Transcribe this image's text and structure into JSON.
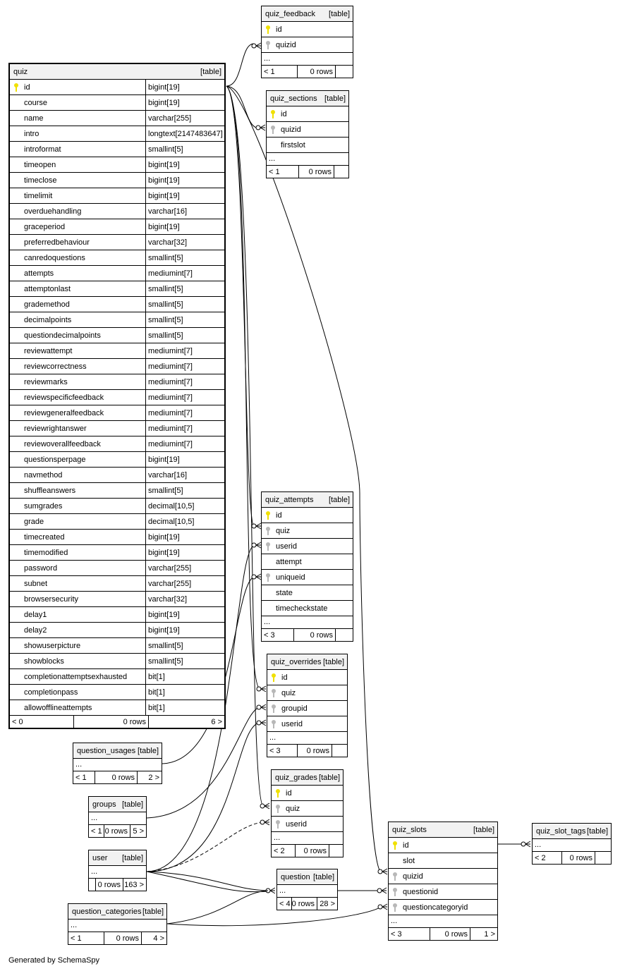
{
  "table_tag": "[table]",
  "tables": {
    "quiz": {
      "name": "quiz",
      "columns": [
        {
          "name": "id",
          "type": "bigint[19]",
          "key": "pk"
        },
        {
          "name": "course",
          "type": "bigint[19]",
          "key": ""
        },
        {
          "name": "name",
          "type": "varchar[255]",
          "key": ""
        },
        {
          "name": "intro",
          "type": "longtext[2147483647]",
          "key": ""
        },
        {
          "name": "introformat",
          "type": "smallint[5]",
          "key": ""
        },
        {
          "name": "timeopen",
          "type": "bigint[19]",
          "key": ""
        },
        {
          "name": "timeclose",
          "type": "bigint[19]",
          "key": ""
        },
        {
          "name": "timelimit",
          "type": "bigint[19]",
          "key": ""
        },
        {
          "name": "overduehandling",
          "type": "varchar[16]",
          "key": ""
        },
        {
          "name": "graceperiod",
          "type": "bigint[19]",
          "key": ""
        },
        {
          "name": "preferredbehaviour",
          "type": "varchar[32]",
          "key": ""
        },
        {
          "name": "canredoquestions",
          "type": "smallint[5]",
          "key": ""
        },
        {
          "name": "attempts",
          "type": "mediumint[7]",
          "key": ""
        },
        {
          "name": "attemptonlast",
          "type": "smallint[5]",
          "key": ""
        },
        {
          "name": "grademethod",
          "type": "smallint[5]",
          "key": ""
        },
        {
          "name": "decimalpoints",
          "type": "smallint[5]",
          "key": ""
        },
        {
          "name": "questiondecimalpoints",
          "type": "smallint[5]",
          "key": ""
        },
        {
          "name": "reviewattempt",
          "type": "mediumint[7]",
          "key": ""
        },
        {
          "name": "reviewcorrectness",
          "type": "mediumint[7]",
          "key": ""
        },
        {
          "name": "reviewmarks",
          "type": "mediumint[7]",
          "key": ""
        },
        {
          "name": "reviewspecificfeedback",
          "type": "mediumint[7]",
          "key": ""
        },
        {
          "name": "reviewgeneralfeedback",
          "type": "mediumint[7]",
          "key": ""
        },
        {
          "name": "reviewrightanswer",
          "type": "mediumint[7]",
          "key": ""
        },
        {
          "name": "reviewoverallfeedback",
          "type": "mediumint[7]",
          "key": ""
        },
        {
          "name": "questionsperpage",
          "type": "bigint[19]",
          "key": ""
        },
        {
          "name": "navmethod",
          "type": "varchar[16]",
          "key": ""
        },
        {
          "name": "shuffleanswers",
          "type": "smallint[5]",
          "key": ""
        },
        {
          "name": "sumgrades",
          "type": "decimal[10,5]",
          "key": ""
        },
        {
          "name": "grade",
          "type": "decimal[10,5]",
          "key": ""
        },
        {
          "name": "timecreated",
          "type": "bigint[19]",
          "key": ""
        },
        {
          "name": "timemodified",
          "type": "bigint[19]",
          "key": ""
        },
        {
          "name": "password",
          "type": "varchar[255]",
          "key": ""
        },
        {
          "name": "subnet",
          "type": "varchar[255]",
          "key": ""
        },
        {
          "name": "browsersecurity",
          "type": "varchar[32]",
          "key": ""
        },
        {
          "name": "delay1",
          "type": "bigint[19]",
          "key": ""
        },
        {
          "name": "delay2",
          "type": "bigint[19]",
          "key": ""
        },
        {
          "name": "showuserpicture",
          "type": "smallint[5]",
          "key": ""
        },
        {
          "name": "showblocks",
          "type": "smallint[5]",
          "key": ""
        },
        {
          "name": "completionattemptsexhausted",
          "type": "bit[1]",
          "key": ""
        },
        {
          "name": "completionpass",
          "type": "bit[1]",
          "key": ""
        },
        {
          "name": "allowofflineattempts",
          "type": "bit[1]",
          "key": ""
        }
      ],
      "footer": [
        "< 0",
        "0 rows",
        "6 >"
      ]
    },
    "quiz_feedback": {
      "name": "quiz_feedback",
      "columns": [
        {
          "name": "id",
          "key": "pk"
        },
        {
          "name": "quizid",
          "key": "fk"
        }
      ],
      "dots": "...",
      "footer": [
        "< 1",
        "0 rows",
        ""
      ]
    },
    "quiz_sections": {
      "name": "quiz_sections",
      "columns": [
        {
          "name": "id",
          "key": "pk"
        },
        {
          "name": "quizid",
          "key": "fk"
        },
        {
          "name": "firstslot",
          "key": ""
        }
      ],
      "dots": "...",
      "footer": [
        "< 1",
        "0 rows",
        ""
      ]
    },
    "quiz_attempts": {
      "name": "quiz_attempts",
      "columns": [
        {
          "name": "id",
          "key": "pk"
        },
        {
          "name": "quiz",
          "key": "fk"
        },
        {
          "name": "userid",
          "key": "fk"
        },
        {
          "name": "attempt",
          "key": ""
        },
        {
          "name": "uniqueid",
          "key": "fk"
        },
        {
          "name": "state",
          "key": ""
        },
        {
          "name": "timecheckstate",
          "key": ""
        }
      ],
      "dots": "...",
      "footer": [
        "< 3",
        "0 rows",
        ""
      ]
    },
    "quiz_overrides": {
      "name": "quiz_overrides",
      "columns": [
        {
          "name": "id",
          "key": "pk"
        },
        {
          "name": "quiz",
          "key": "fk"
        },
        {
          "name": "groupid",
          "key": "fk"
        },
        {
          "name": "userid",
          "key": "fk"
        }
      ],
      "dots": "...",
      "footer": [
        "< 3",
        "0 rows",
        ""
      ]
    },
    "quiz_grades": {
      "name": "quiz_grades",
      "columns": [
        {
          "name": "id",
          "key": "pk"
        },
        {
          "name": "quiz",
          "key": "fk"
        },
        {
          "name": "userid",
          "key": "fk"
        }
      ],
      "dots": "...",
      "footer": [
        "< 2",
        "0 rows",
        ""
      ]
    },
    "quiz_slots": {
      "name": "quiz_slots",
      "columns": [
        {
          "name": "id",
          "key": "pk"
        },
        {
          "name": "slot",
          "key": ""
        },
        {
          "name": "quizid",
          "key": "fk"
        },
        {
          "name": "questionid",
          "key": "fk"
        },
        {
          "name": "questioncategoryid",
          "key": "fk"
        }
      ],
      "dots": "...",
      "footer": [
        "< 3",
        "0 rows",
        "1 >"
      ]
    },
    "quiz_slot_tags": {
      "name": "quiz_slot_tags",
      "columns": [],
      "dots": "...",
      "footer": [
        "< 2",
        "0 rows",
        ""
      ]
    },
    "question_usages": {
      "name": "question_usages",
      "columns": [],
      "dots": "...",
      "footer": [
        "< 1",
        "0 rows",
        "2 >"
      ]
    },
    "groups": {
      "name": "groups",
      "columns": [],
      "dots": "...",
      "footer": [
        "< 1",
        "0 rows",
        "5 >"
      ]
    },
    "user": {
      "name": "user",
      "columns": [],
      "dots": "...",
      "footer": [
        "",
        "0 rows",
        "163 >"
      ]
    },
    "question": {
      "name": "question",
      "columns": [],
      "dots": "...",
      "footer": [
        "< 4",
        "0 rows",
        "28 >"
      ]
    },
    "question_categories": {
      "name": "question_categories",
      "columns": [],
      "dots": "...",
      "footer": [
        "< 1",
        "0 rows",
        "4 >"
      ]
    }
  },
  "colors": {
    "pk_key": "#f0e000",
    "fk_key": "#b8b8b8",
    "header_bg": "#f2f2f2"
  },
  "generated_by": "Generated by SchemaSpy"
}
